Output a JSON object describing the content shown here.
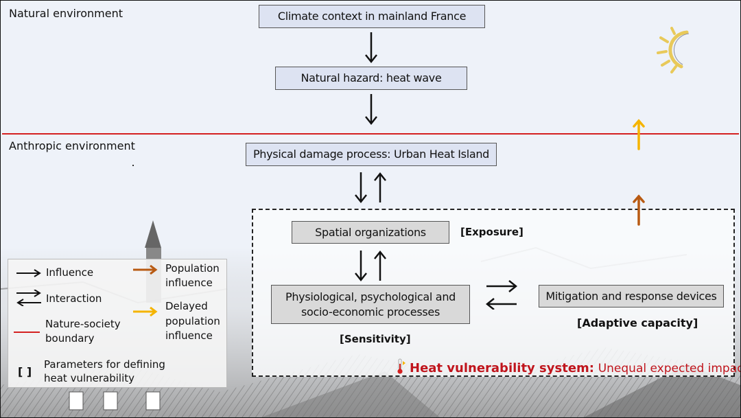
{
  "regions": {
    "natural": "Natural environment",
    "anthropic": "Anthropic environment"
  },
  "boxes": {
    "climate": "Climate context in mainland France",
    "hazard": "Natural hazard: heat wave",
    "uhi": "Physical damage process: Urban Heat Island",
    "spatial": "Spatial organizations",
    "processes_line1": "Physiological, psychological  and",
    "processes_line2": "socio-economic processes",
    "mitigation": "Mitigation and response devices"
  },
  "parameters": {
    "exposure": "[Exposure]",
    "sensitivity": "[Sensitivity]",
    "adaptive": "[Adaptive capacity]"
  },
  "system": {
    "title": "Heat vulnerability system:",
    "subtitle": "Unequal expected impact"
  },
  "legend": {
    "influence": "Influence",
    "interaction": "Interaction",
    "boundary_line1": "Nature-society",
    "boundary_line2": "boundary",
    "brackets_symbol": "[ ]",
    "params_line1": "Parameters for defining",
    "params_line2": "heat vulnerability",
    "population_line1": "Population",
    "population_line2": "influence",
    "delayed_line1": "Delayed",
    "delayed_line2": "population",
    "delayed_line3": "influence"
  },
  "colors": {
    "boundary": "#d42020",
    "population_influence": "#b85a12",
    "delayed_population_influence": "#f5b400",
    "system_title": "#c0141c",
    "sun": "#e8c95a"
  }
}
